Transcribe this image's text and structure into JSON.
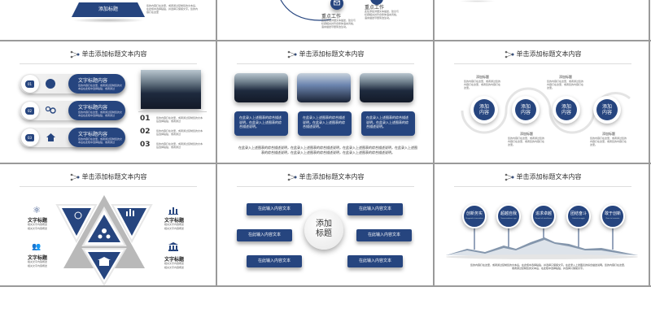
{
  "slides_panel": {
    "row0": {
      "s1": {
        "banner_label": "添加标题",
        "desc": "您的内容打在这里，或者通过复制您的文本后，在此框中选择粘贴，并选择只保留文字。您的内容打在这里"
      },
      "s2": {
        "node_left_title": "重点工作",
        "node_right_title": "重点工作",
        "node_desc": "此处添加详细文本描述，建议与标题相关并符合整体语言风格，语言描述尽量简洁生动。"
      },
      "s3": {}
    },
    "header_title": "单击添加标题文本内容",
    "row1": {
      "s1": {
        "items": [
          {
            "num": "01",
            "icon": "globe-icon",
            "title": "文字标题内容",
            "desc": "您的内容打在这里，或者通过复制您的文本后在此框中选择粘贴，或者通过"
          },
          {
            "num": "02",
            "icon": "link-icon",
            "title": "文字标题内容",
            "desc": "您的内容打在这里，或者通过复制您的文本后在此框中选择粘贴，或者通过"
          },
          {
            "num": "03",
            "icon": "home-icon",
            "title": "文字标题内容",
            "desc": "您的内容打在这里，或者通过复制您的文本后在此框中选择粘贴，或者通过"
          }
        ],
        "list": [
          {
            "num": "01",
            "desc": "您的内容打在这里，或者通过复制您的文本后选择粘贴，或者通过"
          },
          {
            "num": "02",
            "desc": "您的内容打在这里，或者通过复制您的文本后选择粘贴，或者通过"
          },
          {
            "num": "03",
            "desc": "您的内容打在这里，或者通过复制您的文本后选择粘贴，或者通过"
          }
        ]
      },
      "s2": {
        "cards": [
          "在此录入上述图表的综合描述说明，在此录入上述图表的综合描述说明。",
          "在此录入上述图表的综合描述说明，在此录入上述图表的综合描述说明。",
          "在此录入上述图表的综合描述说明，在此录入上述图表的综合描述说明。"
        ],
        "footer": "在此录入上述图表的综合描述说明，在此录入上述图表的综合描述说明，在此录入上述图表的综合描述说明，在此录入上述图表的综合描述说明，在此录入上述图表的综合描述说明，在此录入上述图表的综合描述说明。"
      },
      "s3": {
        "circles": [
          "添加内容",
          "添加内容",
          "添加内容",
          "添加内容"
        ],
        "captions": [
          {
            "title": "添加标题",
            "desc": "您的内容打在这里，或者通过您的内容打在这里，或者您的内容打在这里。"
          },
          {
            "title": "添加标题",
            "desc": "您的内容打在这里，或者通过您的内容打在这里，或者您的内容打在这里。"
          },
          {
            "title": "添加标题",
            "desc": "您的内容打在这里，或者通过您的内容打在这里，或者您的内容打在这里。"
          },
          {
            "title": "添加标题",
            "desc": "您的内容打在这里，或者通过您的内容打在这里，或者您的内容打在这里。"
          }
        ]
      }
    },
    "row2": {
      "s1": {
        "blocks": [
          {
            "icon": "atom-icon",
            "title": "文字标题",
            "desc1": "相关文字内容概述",
            "desc2": "相关文字内容概述"
          },
          {
            "icon": "people-icon",
            "title": "文字标题",
            "desc1": "相关文字内容概述",
            "desc2": "相关文字内容概述"
          },
          {
            "icon": "bar-chart-icon",
            "title": "文字标题",
            "desc1": "相关文字内容概述",
            "desc2": "相关文字内容概述"
          },
          {
            "icon": "bank-icon",
            "title": "文字标题",
            "desc1": "相关文字内容概述",
            "desc2": "相关文字内容概述"
          }
        ]
      },
      "s2": {
        "center": "添加标题",
        "buttons": [
          "在此输入内容文本",
          "在此输入内容文本",
          "在此输入内容文本",
          "在此输入内容文本",
          "在此输入内容文本",
          "在此输入内容文本"
        ]
      },
      "s3": {
        "circles": [
          {
            "title": "创新务实",
            "sub": "Pragmatic innovation"
          },
          {
            "title": "超越自我",
            "sub": "Transcendence ego"
          },
          {
            "title": "追求卓越",
            "sub": "Pursuit of excellence"
          },
          {
            "title": "团结奋斗",
            "sub": "United struggle"
          },
          {
            "title": "敢于创新",
            "sub": "Dare to innovate"
          }
        ],
        "footer": "您的内容打在这里，或者通过复制您的文本后，在此框中选择粘贴，并选择只保留文字。在此录入上述图表的综合描述说明。您的内容打在这里，或者通过复制您的文本后，在此框中选择粘贴，并选择只保留文字。"
      }
    }
  },
  "colors": {
    "accent": "#26457f",
    "grid": "#9a9a9a",
    "background": "#ffffff"
  }
}
